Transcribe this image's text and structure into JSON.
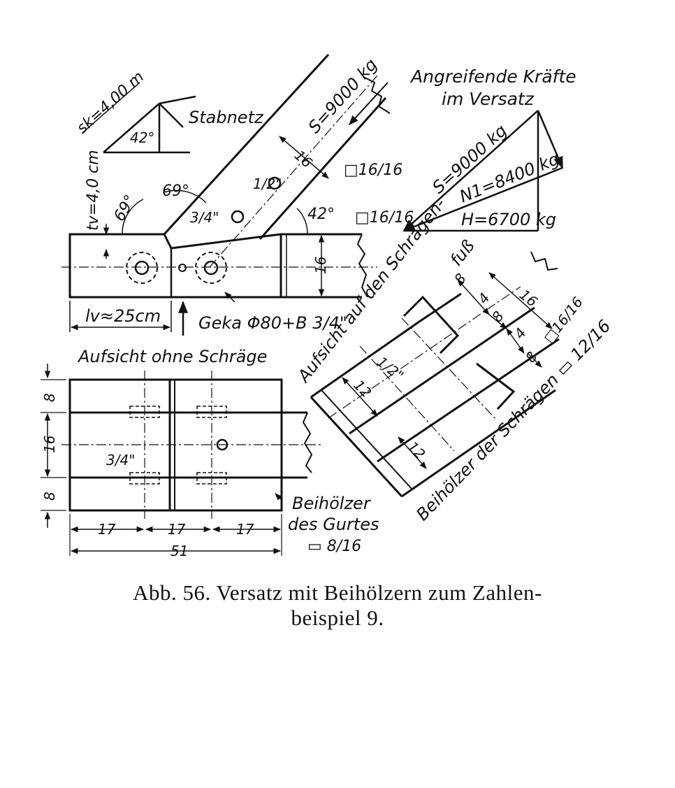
{
  "stabnetz": {
    "length_label": "sk=4,00 m",
    "angle_label": "42°",
    "title": "Stabnetz"
  },
  "elevation": {
    "force_label": "S=9000 kg",
    "diagonal_dim": "16",
    "diagonal_section": "□16/16",
    "chord_section": "□16/16",
    "angle_top": "42°",
    "angle_left": "69°",
    "angle_right": "69°",
    "bolt_half": "1/2\"",
    "bolt_three_quarter": "3/4\"",
    "depth_label": "tv=4,0 cm",
    "height_dim": "16",
    "length_label": "lv≈25cm",
    "connector_label": "Geka Φ80+B 3/4\""
  },
  "forces": {
    "title_line1": "Angreifende Kräfte",
    "title_line2": "im Versatz",
    "s_label": "S=9000 kg",
    "n_label": "N1=8400 kg",
    "h_label": "H=6700 kg"
  },
  "plan_chord": {
    "title": "Aufsicht ohne Schräge",
    "dim_top": "8",
    "dim_mid": "16",
    "dim_bottom": "8",
    "bolt_label": "3/4\"",
    "dim_seg1": "17",
    "dim_seg2": "17",
    "dim_seg3": "17",
    "dim_total": "51",
    "note_line1": "Beihölzer",
    "note_line2": "des Gurtes",
    "note_line3": "▭ 8/16"
  },
  "plan_diagonal": {
    "title_line1": "Aufsicht auf den Schrägen-",
    "title_line2": "fuß",
    "dim_a": "8",
    "dim_b": "4",
    "dim_c": "16",
    "dim_d": "8",
    "dim_e": "4",
    "dim_f": "8",
    "section_label": "□16/16",
    "bolt_label": "1/2\"",
    "dim_12a": "12",
    "dim_12b": "12",
    "note": "Beihölzer der Schrägen ▭ 12/16"
  },
  "caption": {
    "line1": "Abb. 56.  Versatz mit Beihölzern zum Zahlen-",
    "line2": "beispiel 9."
  }
}
